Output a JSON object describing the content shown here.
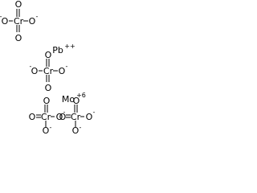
{
  "structure": {
    "chromates": [
      {
        "top": {
          "atom": "O"
        },
        "left": {
          "atom": "O",
          "charge": "-"
        },
        "center": {
          "atom": "Cr"
        },
        "right": {
          "atom": "O",
          "charge": "-"
        },
        "bottom": {
          "atom": "O"
        }
      },
      {
        "top": {
          "atom": "O"
        },
        "left": {
          "atom": "O",
          "charge": "-"
        },
        "center": {
          "atom": "Cr"
        },
        "right": {
          "atom": "O",
          "charge": "-"
        },
        "bottom": {
          "atom": "O"
        }
      },
      {
        "top": {
          "atom": "O"
        },
        "left": {
          "atom": "O"
        },
        "center": {
          "atom": "Cr"
        },
        "right": {
          "atom": "O",
          "charge": "-"
        },
        "bottom": {
          "atom": "O",
          "charge": "-"
        }
      },
      {
        "top": {
          "atom": "O"
        },
        "left": {
          "atom": "O"
        },
        "center": {
          "atom": "Cr"
        },
        "right": {
          "atom": "O",
          "charge": "-"
        },
        "bottom": {
          "atom": "O",
          "charge": "-"
        }
      }
    ],
    "ions": [
      {
        "symbol": "Pb",
        "charge": "++"
      },
      {
        "symbol": "Mo",
        "charge": "+6"
      }
    ]
  }
}
